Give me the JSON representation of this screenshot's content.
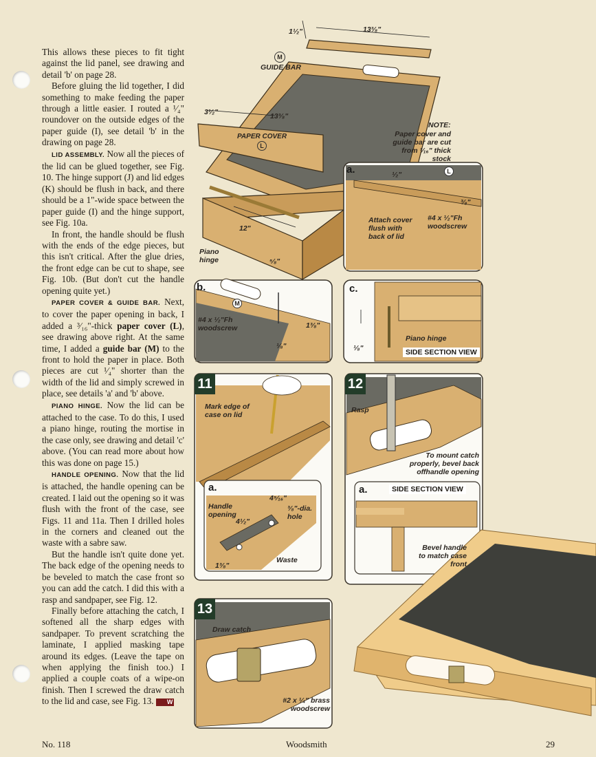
{
  "article_text": {
    "p1": "This allows these pieces to fit tight against the lid panel, see drawing and detail 'b' on page 28.",
    "p2": "Before gluing the lid together, I did something to make feeding the paper through a little easier. I routed a ¹⁄₄\" roundover on the outside edges of the paper guide (I), see detail 'b' in the drawing on page 28.",
    "p3_head": "LID ASSEMBLY.",
    "p3": " Now all the pieces of the lid can be glued together, see Fig. 10. The hinge support (J) and lid edges (K) should be flush in back, and there should be a 1\"-wide space between the paper guide (I) and the hinge support, see Fig. 10a.",
    "p4": "In front, the handle should be flush with the ends of the edge pieces, but this isn't critical. After the glue dries, the front edge can be cut to shape, see Fig. 10b. (But don't cut the handle opening quite yet.)",
    "p5_head": "PAPER COVER & GUIDE BAR.",
    "p5_a": " Next, to cover the paper opening in back, I added a ³⁄₁₆\"-thick ",
    "p5_bold1": "paper cover (L)",
    "p5_b": ", see drawing above right. At the same time, I added a ",
    "p5_bold2": "guide bar (M)",
    "p5_c": " to the front to hold the paper in place. Both pieces are cut ¹⁄₄\" shorter than the width of the lid and simply screwed in place, see details 'a' and 'b' above.",
    "p6_head": "PIANO HINGE.",
    "p6": " Now the lid can be attached to the case. To do this, I used a piano hinge, routing the mortise in the case only, see drawing and detail 'c' above. (You can read more about how this was done on page 15.)",
    "p7_head": "HANDLE OPENING.",
    "p7": " Now that the lid is attached, the handle opening can be created. I laid out the opening so it was flush with the front of the case, see Figs. 11 and 11a. Then I drilled holes in the corners and cleaned out the waste with a sabre saw.",
    "p8": "But the handle isn't quite done yet. The back edge of the opening needs to be beveled to match the case front so you can add the catch. I did this with a rasp and sandpaper, see Fig. 12.",
    "p9": "Finally before attaching the catch, I softened all the sharp edges with sandpaper. To prevent scratching the laminate, I applied masking tape around its edges. (Leave the tape on when applying the finish too.) I applied a couple coats of a wipe-on finish. Then I screwed the draw catch to the lid and case, see Fig. 13.",
    "end_mark": "W"
  },
  "main_drawing": {
    "dim_1_5": "1¹⁄₂\"",
    "dim_13_38_top": "13³⁄₈\"",
    "guide_bar_letter": "M",
    "guide_bar": "GUIDE BAR",
    "dim_3_5": "3¹⁄₂\"",
    "dim_13_38_mid": "13³⁄₈\"",
    "paper_cover": "PAPER COVER",
    "paper_cover_letter": "L",
    "note_title": "NOTE:",
    "note_body": "Paper cover and guide bar are cut from ³⁄₁₆\" thick stock",
    "dim_12": "12\"",
    "piano_hinge": "Piano hinge",
    "dim_5_8": "⁵⁄₈\""
  },
  "detail_a": {
    "label": "a.",
    "dim_half": "¹⁄₂\"",
    "letter": "L",
    "dim_3_8": "³⁄₈\"",
    "attach": "Attach cover flush with back of lid",
    "screw": "#4 x ¹⁄₂\"Fh woodscrew"
  },
  "detail_b": {
    "label": "b.",
    "letter": "M",
    "screw": "#4 x ¹⁄₂\"Fh woodscrew",
    "dim_1_38": "1³⁄₈\"",
    "dim_1_8": "¹⁄₈\""
  },
  "detail_c": {
    "label": "c.",
    "dim_1_8": "¹⁄₈\"",
    "piano_hinge": "Piano hinge",
    "title": "SIDE SECTION VIEW"
  },
  "fig11": {
    "num": "11",
    "mark": "Mark edge of case on lid",
    "sub": "a.",
    "handle": "Handle opening",
    "dim_4_916": "4⁹⁄₁₆\"",
    "dim_38_hole": "³⁄₈\"-dia. hole",
    "dim_4_5": "4¹⁄₂\"",
    "dim_1_38": "1³⁄₈\"",
    "waste": "Waste"
  },
  "fig12": {
    "num": "12",
    "rasp": "Rasp",
    "mount": "To mount catch properly, bevel back offhandle opening",
    "sub": "a.",
    "title": "SIDE SECTION VIEW",
    "bevel": "Bevel handle to match case front"
  },
  "fig13": {
    "num": "13",
    "draw_catch": "Draw catch",
    "screw": "#2 x ¹⁄₄\" brass woodscrew"
  },
  "footer": {
    "issue": "No. 118",
    "magazine": "Woodsmith",
    "page": "29"
  },
  "colors": {
    "paper": "#efe7cf",
    "wood": "#d9b071",
    "wood_dark": "#b98945",
    "laminate": "#5f5e58",
    "fig_badge": "#233c29"
  }
}
